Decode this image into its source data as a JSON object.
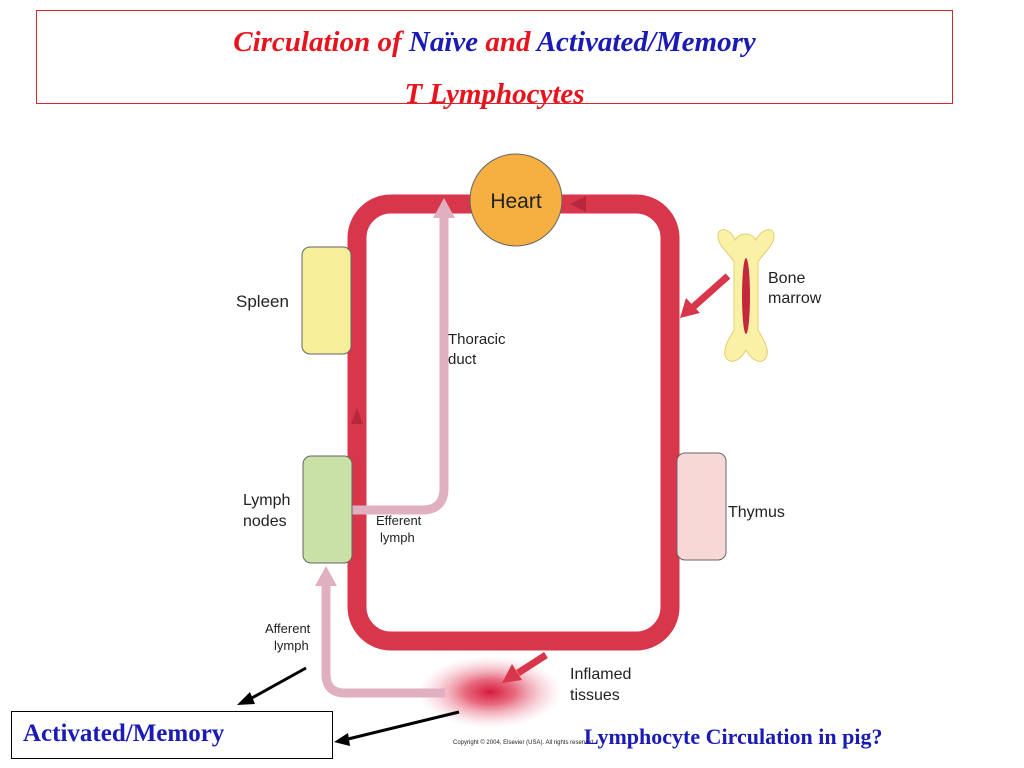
{
  "title": {
    "line1": [
      {
        "text": "Circulation of ",
        "color": "red"
      },
      {
        "text": "Naïve",
        "color": "blue"
      },
      {
        "text": " and ",
        "color": "red"
      },
      {
        "text": "Activated/Memory",
        "color": "blue"
      }
    ],
    "line2": "T Lymphocytes"
  },
  "diagram": {
    "heart": "Heart",
    "spleen": "Spleen",
    "thoracic_duct": [
      "Thoracic",
      "duct"
    ],
    "bone_marrow": [
      "Bone",
      "marrow"
    ],
    "lymph_nodes": [
      "Lymph",
      "nodes"
    ],
    "efferent_lymph": [
      "Efferent",
      "lymph"
    ],
    "thymus": "Thymus",
    "afferent_lymph": [
      "Afferent",
      "lymph"
    ],
    "inflamed_tissues": [
      "Inflamed",
      "tissues"
    ],
    "copyright": "Copyright © 2004, Elsevier (USA). All rights reserved."
  },
  "bottom": {
    "left_label": "Activated/Memory",
    "right_label": "Lymphocyte Circulation in pig?"
  },
  "colors": {
    "vessel": "#d8364a",
    "lymph": "#e0afc0",
    "heart": "#f5b041",
    "spleen": "#f7ee9a",
    "lymph_node": "#c9e0a6",
    "thymus": "#f8d8d6",
    "bone": "#faf0a6",
    "title_red": "#e8141d",
    "title_blue": "#1a1ab5"
  }
}
